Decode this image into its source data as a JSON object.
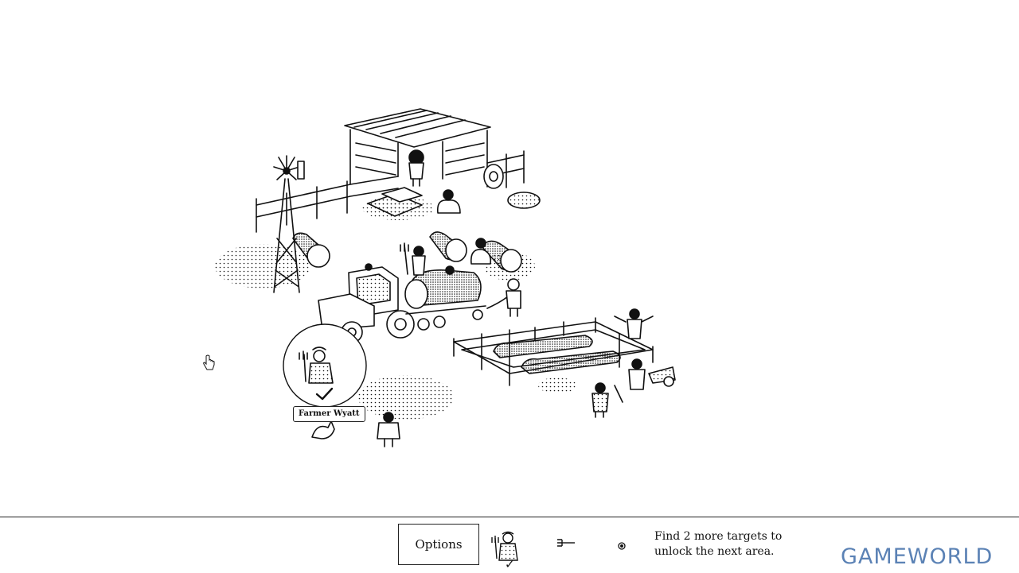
{
  "scene": {
    "found_character_label": "Farmer Wyatt"
  },
  "bottom_bar": {
    "options_label": "Options",
    "targets": [
      {
        "name": "farmer-wyatt-target",
        "found": true
      },
      {
        "name": "pitchfork-target",
        "found": false
      },
      {
        "name": "flower-target",
        "found": false
      }
    ],
    "hint_text": "Find 2 more targets to unlock the next area.",
    "found_mark": "✓"
  },
  "watermark": "GAMEWORLD",
  "colors": {
    "ink": "#111111",
    "background": "#ffffff",
    "watermark": "#5b82b5"
  }
}
